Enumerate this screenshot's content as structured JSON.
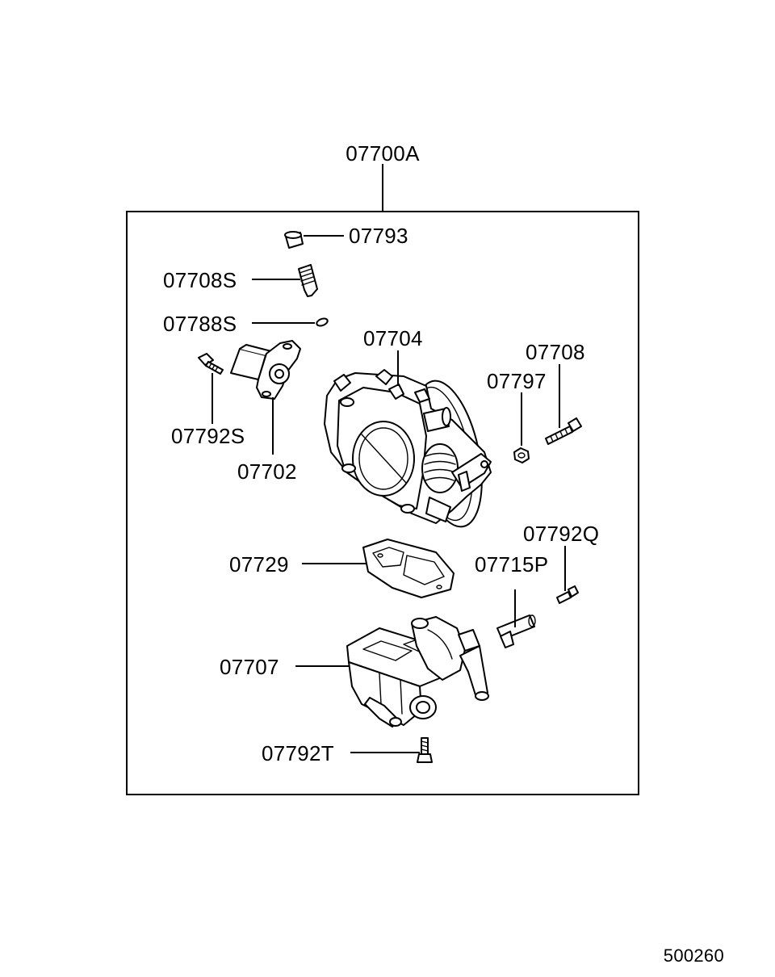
{
  "assembly_label": "07700A",
  "callouts": {
    "p07793": "07793",
    "p07708S": "07708S",
    "p07788S": "07788S",
    "p07704": "07704",
    "p07708": "07708",
    "p07797": "07797",
    "p07792S": "07792S",
    "p07702": "07702",
    "p07792Q": "07792Q",
    "p07729": "07729",
    "p07715P": "07715P",
    "p07707": "07707",
    "p07792T": "07792T"
  },
  "diagram_number": "500260"
}
